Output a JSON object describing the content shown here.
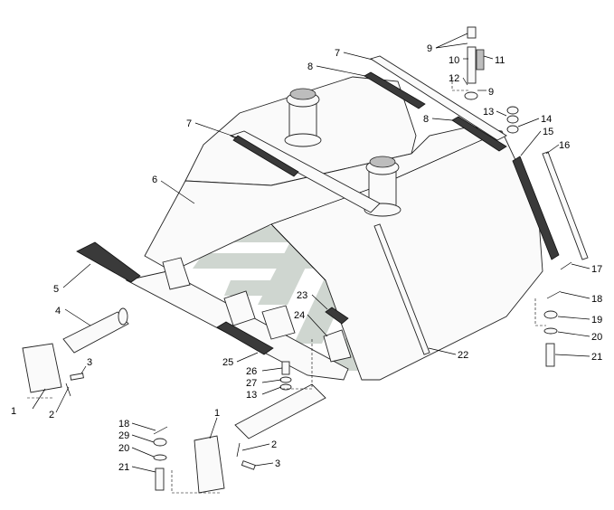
{
  "figure": {
    "watermark_logo": "stylized-wing-logo",
    "colors": {
      "line": "#222222",
      "fill": "#fafafa",
      "logo": "#cfd6d0",
      "dark_part": "#3a3a3a"
    }
  },
  "callouts": [
    {
      "id": "c1a",
      "label": "1"
    },
    {
      "id": "c2a",
      "label": "2"
    },
    {
      "id": "c3a",
      "label": "3"
    },
    {
      "id": "c4",
      "label": "4"
    },
    {
      "id": "c5",
      "label": "5"
    },
    {
      "id": "c6",
      "label": "6"
    },
    {
      "id": "c7a",
      "label": "7"
    },
    {
      "id": "c7b",
      "label": "7"
    },
    {
      "id": "c8a",
      "label": "8"
    },
    {
      "id": "c8b",
      "label": "8"
    },
    {
      "id": "c9a",
      "label": "9"
    },
    {
      "id": "c9b",
      "label": "9"
    },
    {
      "id": "c10",
      "label": "10"
    },
    {
      "id": "c11",
      "label": "11"
    },
    {
      "id": "c12",
      "label": "12"
    },
    {
      "id": "c13a",
      "label": "13"
    },
    {
      "id": "c13b",
      "label": "13"
    },
    {
      "id": "c14",
      "label": "14"
    },
    {
      "id": "c15",
      "label": "15"
    },
    {
      "id": "c16",
      "label": "16"
    },
    {
      "id": "c17",
      "label": "17"
    },
    {
      "id": "c18a",
      "label": "18"
    },
    {
      "id": "c18b",
      "label": "18"
    },
    {
      "id": "c19",
      "label": "19"
    },
    {
      "id": "c20a",
      "label": "20"
    },
    {
      "id": "c20b",
      "label": "20"
    },
    {
      "id": "c21a",
      "label": "21"
    },
    {
      "id": "c21b",
      "label": "21"
    },
    {
      "id": "c22",
      "label": "22"
    },
    {
      "id": "c23",
      "label": "23"
    },
    {
      "id": "c24",
      "label": "24"
    },
    {
      "id": "c25",
      "label": "25"
    },
    {
      "id": "c26",
      "label": "26"
    },
    {
      "id": "c27",
      "label": "27"
    },
    {
      "id": "c29",
      "label": "29"
    },
    {
      "id": "c1b",
      "label": "1"
    },
    {
      "id": "c2b",
      "label": "2"
    },
    {
      "id": "c3b",
      "label": "3"
    }
  ]
}
